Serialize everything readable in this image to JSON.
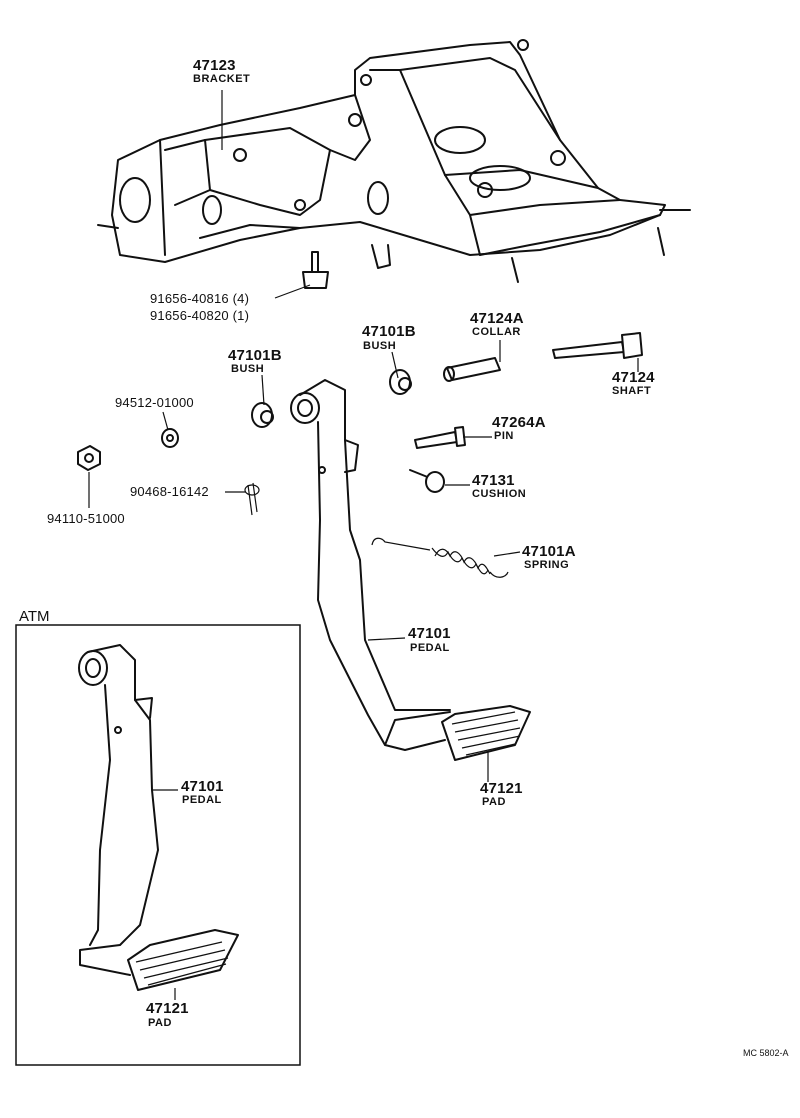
{
  "callouts": {
    "bracket": {
      "number": "47123",
      "name": "BRACKET"
    },
    "bolt_a": {
      "text": "91656-40816 (4)"
    },
    "bolt_b": {
      "text": "91656-40820 (1)"
    },
    "collar": {
      "number": "47124A",
      "name": "COLLAR"
    },
    "bush_right": {
      "number": "47101B",
      "name": "BUSH"
    },
    "bush_left": {
      "number": "47101B",
      "name": "BUSH"
    },
    "shaft": {
      "number": "47124",
      "name": "SHAFT"
    },
    "washer": {
      "text": "94512-01000"
    },
    "pin": {
      "number": "47264A",
      "name": "PIN"
    },
    "nut": {
      "text": "94110-51000"
    },
    "cotter": {
      "text": "90468-16142"
    },
    "cushion": {
      "number": "47131",
      "name": "CUSHION"
    },
    "spring": {
      "number": "47101A",
      "name": "SPRING"
    },
    "pedal_main": {
      "number": "47101",
      "name": "PEDAL"
    },
    "pad_main": {
      "number": "47121",
      "name": "PAD"
    },
    "pedal_atm": {
      "number": "47101",
      "name": "PEDAL"
    },
    "pad_atm": {
      "number": "47121",
      "name": "PAD"
    }
  },
  "atm_box": {
    "label": "ATM"
  },
  "figure_ref": "MC 5802-A"
}
